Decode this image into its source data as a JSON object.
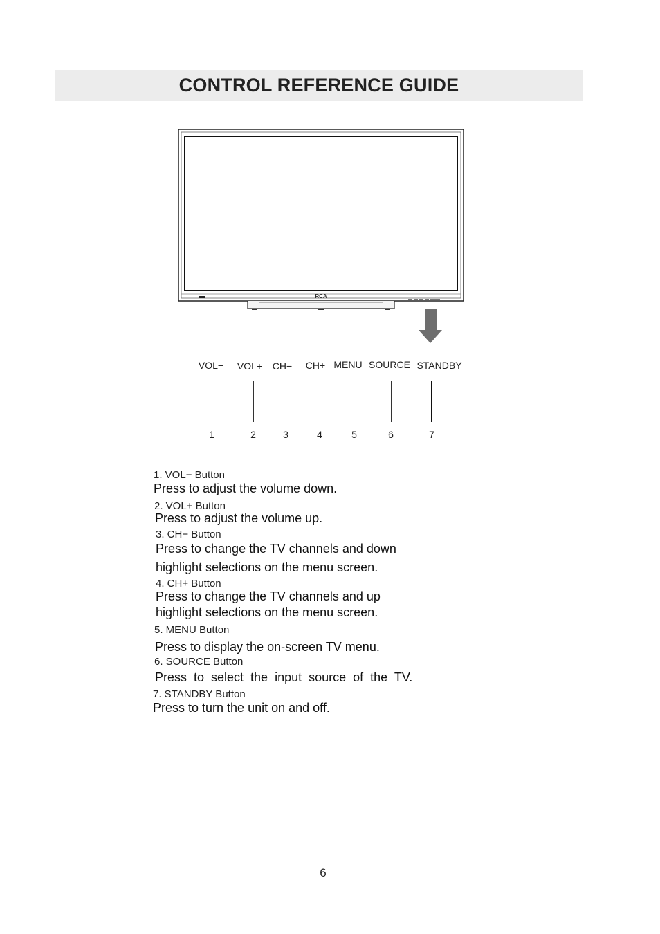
{
  "title": "CONTROL REFERENCE GUIDE",
  "tv": {
    "brand_logo": "RCA"
  },
  "buttons": [
    {
      "label": "VOL−",
      "number": "1"
    },
    {
      "label": "VOL+",
      "number": "2"
    },
    {
      "label": "CH−",
      "number": "3"
    },
    {
      "label": "CH+",
      "number": "4"
    },
    {
      "label": "MENU",
      "number": "5"
    },
    {
      "label": "SOURCE",
      "number": "6"
    },
    {
      "label": "STANDBY",
      "number": "7"
    }
  ],
  "descriptions": [
    {
      "heading": "1.  VOL−  Button",
      "lines": [
        "Press to adjust the volume down."
      ]
    },
    {
      "heading": "2.  VOL+  Button",
      "lines": [
        "Press to adjust the volume up."
      ]
    },
    {
      "heading": "3.  CH−  Button",
      "lines": [
        "Press to change the TV channels and down",
        "highlight selections on the menu screen."
      ]
    },
    {
      "heading": "4.  CH+  Button",
      "lines": [
        "Press to change the TV channels and up",
        "highlight selections on the menu screen."
      ]
    },
    {
      "heading": "5.  MENU  Button",
      "lines": [
        "Press to display the on-screen TV menu."
      ]
    },
    {
      "heading": "6.  SOURCE  Button",
      "lines": [
        "Press to select the input source of the TV."
      ]
    },
    {
      "heading": "7.  STANDBY  Button",
      "lines": [
        "Press to turn the unit on and off."
      ]
    }
  ],
  "page_number": "6"
}
